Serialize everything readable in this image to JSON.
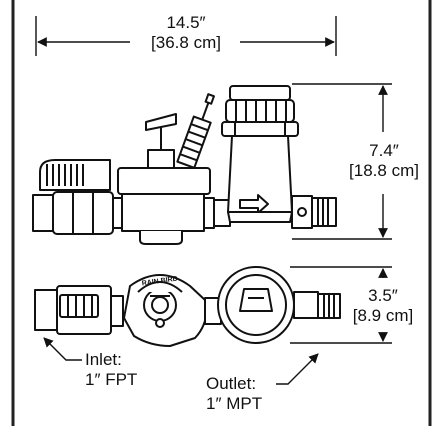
{
  "dimensions": {
    "overall_length": {
      "imperial": "14.5″",
      "metric": "[36.8 cm]"
    },
    "height": {
      "imperial": "7.4″",
      "metric": "[18.8 cm]"
    },
    "depth": {
      "imperial": "3.5″",
      "metric": "[8.9 cm]"
    }
  },
  "callouts": {
    "inlet": {
      "title": "Inlet:",
      "size": "1″ FPT"
    },
    "outlet": {
      "title": "Outlet:",
      "size": "1″ MPT"
    }
  },
  "logo_text": "RAIN BIRD",
  "colors": {
    "stroke": "#111111",
    "fill": "#ffffff",
    "frame": "#222222"
  }
}
